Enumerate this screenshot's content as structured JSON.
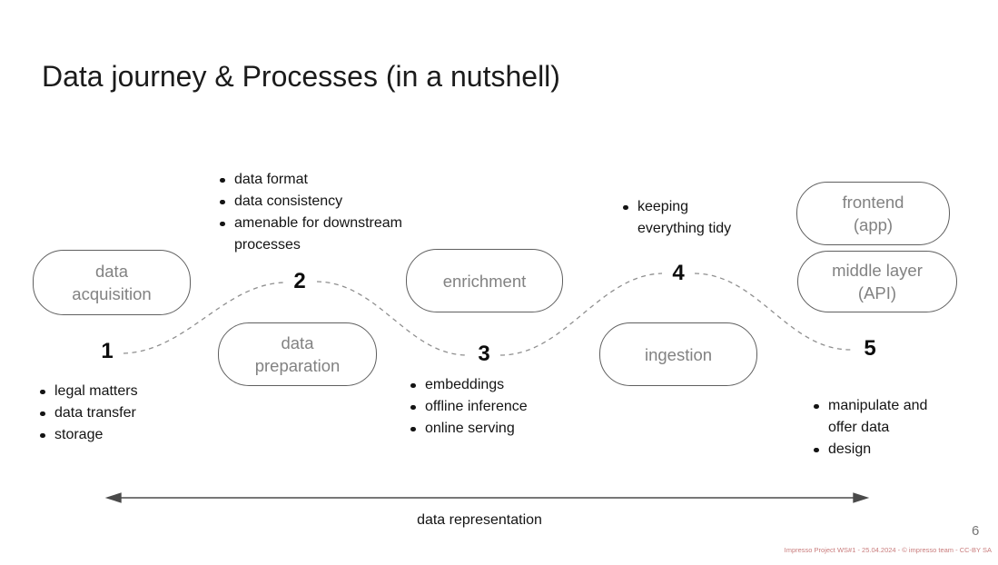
{
  "slide": {
    "title": "Data journey & Processes (in a nutshell)",
    "page_number": "6",
    "footer_credit": "Impresso Project WS#1 - 25.04.2024 - © impresso team - CC-BY SA",
    "axis_label": "data representation"
  },
  "boxes": [
    {
      "id": "data-acquisition",
      "lines": [
        "data",
        "acquisition"
      ]
    },
    {
      "id": "data-preparation",
      "lines": [
        "data",
        "preparation"
      ]
    },
    {
      "id": "enrichment",
      "lines": [
        "enrichment"
      ]
    },
    {
      "id": "ingestion",
      "lines": [
        "ingestion"
      ]
    },
    {
      "id": "frontend-app",
      "lines": [
        "frontend",
        "(app)"
      ]
    },
    {
      "id": "middle-layer-api",
      "lines": [
        "middle layer",
        "(API)"
      ]
    }
  ],
  "steps": [
    {
      "number": "1",
      "notes": [
        "legal matters",
        "data transfer",
        "storage"
      ]
    },
    {
      "number": "2",
      "notes": [
        "data format",
        "data consistency",
        "amenable for downstream processes"
      ]
    },
    {
      "number": "3",
      "notes": [
        "embeddings",
        "offline inference",
        "online serving"
      ]
    },
    {
      "number": "4",
      "notes": [
        "keeping everything tidy"
      ]
    },
    {
      "number": "5",
      "notes": [
        "manipulate and offer data",
        "design"
      ]
    }
  ],
  "colors": {
    "box_border": "#5f5f5f",
    "box_text": "#828282",
    "dashed_curve": "#8f8f8f",
    "body_text": "#141414",
    "arrow": "#4a4a4a",
    "footer_credit": "#c97c7c",
    "page_number": "#757575"
  }
}
